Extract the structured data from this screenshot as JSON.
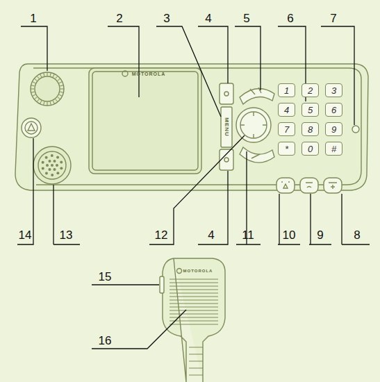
{
  "diagram": {
    "nodes": [
      {
        "text": [
          "1"
        ]
      },
      {
        "text": [
          "2"
        ]
      },
      {
        "text": [
          "3"
        ]
      },
      {
        "text": [
          "4"
        ]
      },
      {
        "text": [
          "5"
        ]
      },
      {
        "text": [
          "6"
        ]
      },
      {
        "text": [
          "7"
        ]
      },
      {
        "text": [
          "8"
        ]
      },
      {
        "text": [
          "9"
        ]
      },
      {
        "text": [
          "*"
        ]
      },
      {
        "text": [
          "0"
        ]
      },
      {
        "text": [
          "#"
        ]
      }
    ],
    "labels": [
      "1",
      "2",
      "3",
      "4",
      "5",
      "6",
      "7",
      "14",
      "13",
      "12",
      "4",
      "11",
      "10",
      "9",
      "8",
      "15",
      "16",
      "MENU",
      "MOTOROLA",
      "MOTOROLA"
    ]
  }
}
